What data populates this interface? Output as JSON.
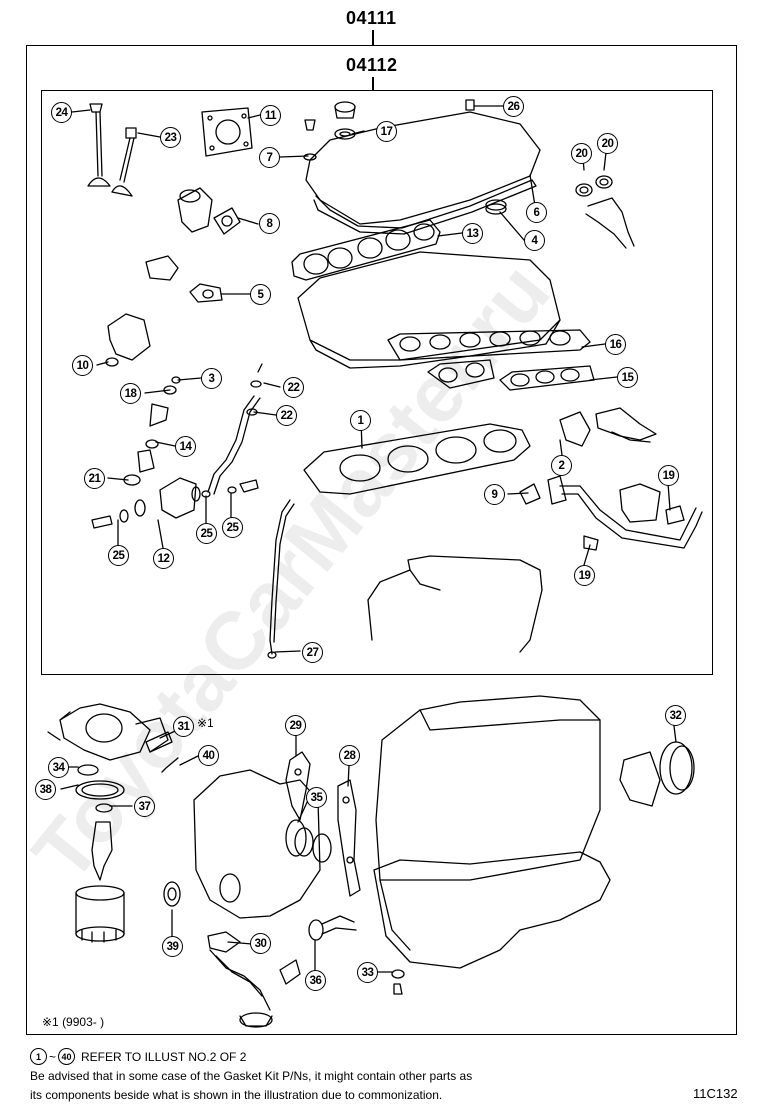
{
  "headers": {
    "outer_kit": "04111",
    "inner_kit": "04112"
  },
  "callouts": [
    {
      "id": "c1",
      "label": "1"
    },
    {
      "id": "c2",
      "label": "2"
    },
    {
      "id": "c3",
      "label": "3"
    },
    {
      "id": "c4",
      "label": "4"
    },
    {
      "id": "c5",
      "label": "5"
    },
    {
      "id": "c6",
      "label": "6"
    },
    {
      "id": "c7",
      "label": "7"
    },
    {
      "id": "c8",
      "label": "8"
    },
    {
      "id": "c9",
      "label": "9"
    },
    {
      "id": "c10",
      "label": "10"
    },
    {
      "id": "c11",
      "label": "11"
    },
    {
      "id": "c12",
      "label": "12"
    },
    {
      "id": "c13",
      "label": "13"
    },
    {
      "id": "c14",
      "label": "14"
    },
    {
      "id": "c15",
      "label": "15"
    },
    {
      "id": "c16",
      "label": "16"
    },
    {
      "id": "c17",
      "label": "17"
    },
    {
      "id": "c18",
      "label": "18"
    },
    {
      "id": "c19a",
      "label": "19"
    },
    {
      "id": "c19b",
      "label": "19"
    },
    {
      "id": "c20a",
      "label": "20"
    },
    {
      "id": "c20b",
      "label": "20"
    },
    {
      "id": "c21",
      "label": "21"
    },
    {
      "id": "c22a",
      "label": "22"
    },
    {
      "id": "c22b",
      "label": "22"
    },
    {
      "id": "c23",
      "label": "23"
    },
    {
      "id": "c24",
      "label": "24"
    },
    {
      "id": "c25a",
      "label": "25"
    },
    {
      "id": "c25b",
      "label": "25"
    },
    {
      "id": "c25c",
      "label": "25"
    },
    {
      "id": "c26",
      "label": "26"
    },
    {
      "id": "c27",
      "label": "27"
    },
    {
      "id": "c28",
      "label": "28"
    },
    {
      "id": "c29",
      "label": "29"
    },
    {
      "id": "c30",
      "label": "30"
    },
    {
      "id": "c31",
      "label": "31"
    },
    {
      "id": "c32",
      "label": "32"
    },
    {
      "id": "c33",
      "label": "33"
    },
    {
      "id": "c34",
      "label": "34"
    },
    {
      "id": "c35",
      "label": "35"
    },
    {
      "id": "c36",
      "label": "36"
    },
    {
      "id": "c37",
      "label": "37"
    },
    {
      "id": "c38",
      "label": "38"
    },
    {
      "id": "c39",
      "label": "39"
    },
    {
      "id": "c40",
      "label": "40"
    }
  ],
  "mark_31": "※1",
  "footnote": "※1 (9903-    )",
  "ref_note": {
    "start": "1",
    "sep": "~",
    "end": "40",
    "text": "REFER TO ILLUST NO.2 OF 2"
  },
  "advice_line_1": "Be advised that in some case of the Gasket Kit P/Ns,  it might contain other parts as",
  "advice_line_2": "its components beside what is shown in the illustration due to commonization.",
  "illustration_code": "11C132",
  "watermark": "ToyotaCarMaster.ru"
}
